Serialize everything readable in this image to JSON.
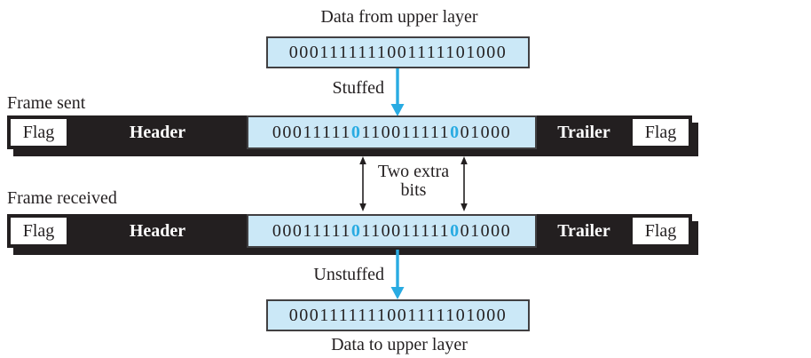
{
  "colors": {
    "accent_blue": "#29abe2",
    "box_fill": "#cbe8f7",
    "box_border": "#414042",
    "bar_black": "#231f20",
    "ink": "#231f20"
  },
  "top": {
    "label": "Data from upper layer",
    "bits": "0001111111001111101000",
    "arrow_label": "Stuffed"
  },
  "frame_sent": {
    "label": "Frame sent",
    "flag_left": "Flag",
    "header": "Header",
    "data_segments": [
      {
        "text": "00011111",
        "highlight": false
      },
      {
        "text": "0",
        "highlight": true
      },
      {
        "text": "110011111",
        "highlight": false
      },
      {
        "text": "0",
        "highlight": true
      },
      {
        "text": "01000",
        "highlight": false
      }
    ],
    "trailer": "Trailer",
    "flag_right": "Flag"
  },
  "middle": {
    "annotation_line1": "Two extra",
    "annotation_line2": "bits"
  },
  "frame_received": {
    "label": "Frame received",
    "flag_left": "Flag",
    "header": "Header",
    "data_segments": [
      {
        "text": "00011111",
        "highlight": false
      },
      {
        "text": "0",
        "highlight": true
      },
      {
        "text": "110011111",
        "highlight": false
      },
      {
        "text": "0",
        "highlight": true
      },
      {
        "text": "01000",
        "highlight": false
      }
    ],
    "trailer": "Trailer",
    "flag_right": "Flag"
  },
  "bottom": {
    "arrow_label": "Unstuffed",
    "bits": "0001111111001111101000",
    "label": "Data to upper layer"
  }
}
